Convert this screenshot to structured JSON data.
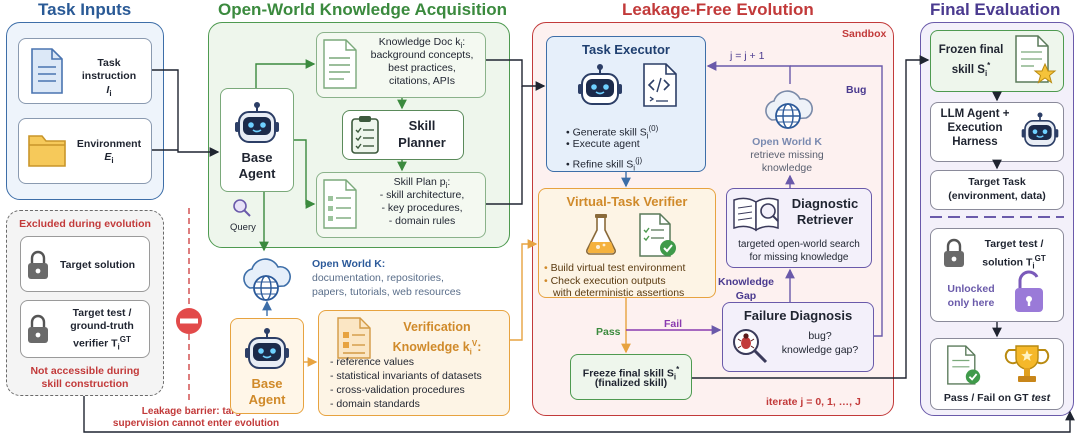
{
  "sections": {
    "task_inputs": "Task Inputs",
    "knowledge": "Open-World Knowledge Acquisition",
    "evolution": "Leakage-Free Evolution",
    "final": "Final Evaluation"
  },
  "inputs": {
    "task_instruction": "Task instruction",
    "task_var": "I",
    "task_sub": "i",
    "environment": "Environment",
    "env_var": "E",
    "env_sub": "i"
  },
  "excluded": {
    "title": "Excluded during evolution",
    "target_solution": "Target solution",
    "target_test_1": "Target test /",
    "target_test_2": "ground-truth",
    "target_test_3": "verifier T",
    "target_test_sub": "i",
    "target_test_sup": "GT",
    "not_accessible_1": "Not accessible during",
    "not_accessible_2": "skill construction",
    "barrier_1": "Leakage barrier: target",
    "barrier_2": "supervision cannot enter evolution"
  },
  "knowledge": {
    "base_agent_1": "Base",
    "base_agent_2": "Agent",
    "doc_title": "Knowledge Doc k",
    "doc_sub": "i",
    "doc_lines": [
      "background concepts,",
      "best practices,",
      "citations, APIs"
    ],
    "planner_1": "Skill",
    "planner_2": "Planner",
    "plan_title": "Skill Plan p",
    "plan_sub": "i",
    "plan_lines": [
      "- skill architecture,",
      "- key procedures,",
      "- domain rules"
    ],
    "query": "Query",
    "open_world_title": "Open World K:",
    "open_world_lines": [
      "documentation, repositories,",
      "papers, tutorials, web resources"
    ],
    "base_agent2_1": "Base",
    "base_agent2_2": "Agent",
    "verif_title_1": "Verification",
    "verif_title_2": "Knowledge k",
    "verif_sub": "i",
    "verif_sup": "V",
    "verif_lines": [
      "- reference values",
      "- statistical invariants of datasets",
      "- cross-validation procedures",
      "- domain standards"
    ]
  },
  "evolution": {
    "sandbox": "Sandbox",
    "executor_title": "Task Executor",
    "j_update": "j = j + 1",
    "exec_items": [
      "Generate skill S",
      "Execute agent",
      "Refine skill S"
    ],
    "exec_sup_0": "(0)",
    "exec_sup_j": "(j)",
    "exec_sub": "i",
    "bug": "Bug",
    "ow_title": "Open World K",
    "ow_lines": [
      "retrieve missing",
      "knowledge"
    ],
    "verifier_title": "Virtual-Task Verifier",
    "verifier_items": [
      "Build virtual test environment",
      "Check execution outputs",
      "with deterministic assertions"
    ],
    "retriever_1": "Diagnostic",
    "retriever_2": "Retriever",
    "retriever_lines": [
      "targeted open-world search",
      "for missing knowledge"
    ],
    "knowledge_gap_1": "Knowledge",
    "knowledge_gap_2": "Gap",
    "pass": "Pass",
    "fail": "Fail",
    "failure_title": "Failure Diagnosis",
    "failure_lines": [
      "bug?",
      "knowledge gap?"
    ],
    "freeze_1": "Freeze final skill S",
    "freeze_sub": "i",
    "freeze_sup": "*",
    "freeze_2": "(finalized skill)",
    "iterate": "iterate j = 0, 1, …, J"
  },
  "final": {
    "frozen_1": "Frozen final",
    "frozen_2": "skill S",
    "frozen_sub": "i",
    "frozen_sup": "*",
    "llm_1": "LLM Agent +",
    "llm_2": "Execution",
    "llm_3": "Harness",
    "target_task_1": "Target Task",
    "target_task_2": "(environment, data)",
    "target_test_1": "Target test /",
    "target_test_2": "solution T",
    "target_test_sub": "i",
    "target_test_sup": "GT",
    "unlocked_1": "Unlocked",
    "unlocked_2": "only here",
    "pass_fail": "Pass / Fail on GT ",
    "pass_fail_em": "test"
  },
  "colors": {
    "blue_panel": "#eef4fb",
    "blue_border": "#3d6ea8",
    "green_panel": "#eef6ec",
    "green_border": "#4e9a50",
    "red_border": "#c23a3a",
    "red_panel": "#fdf1f0",
    "purple_border": "#6a5aaa",
    "purple_panel": "#f3f0fa",
    "orange_border": "#e7a340",
    "orange_panel": "#fdf4e5"
  }
}
